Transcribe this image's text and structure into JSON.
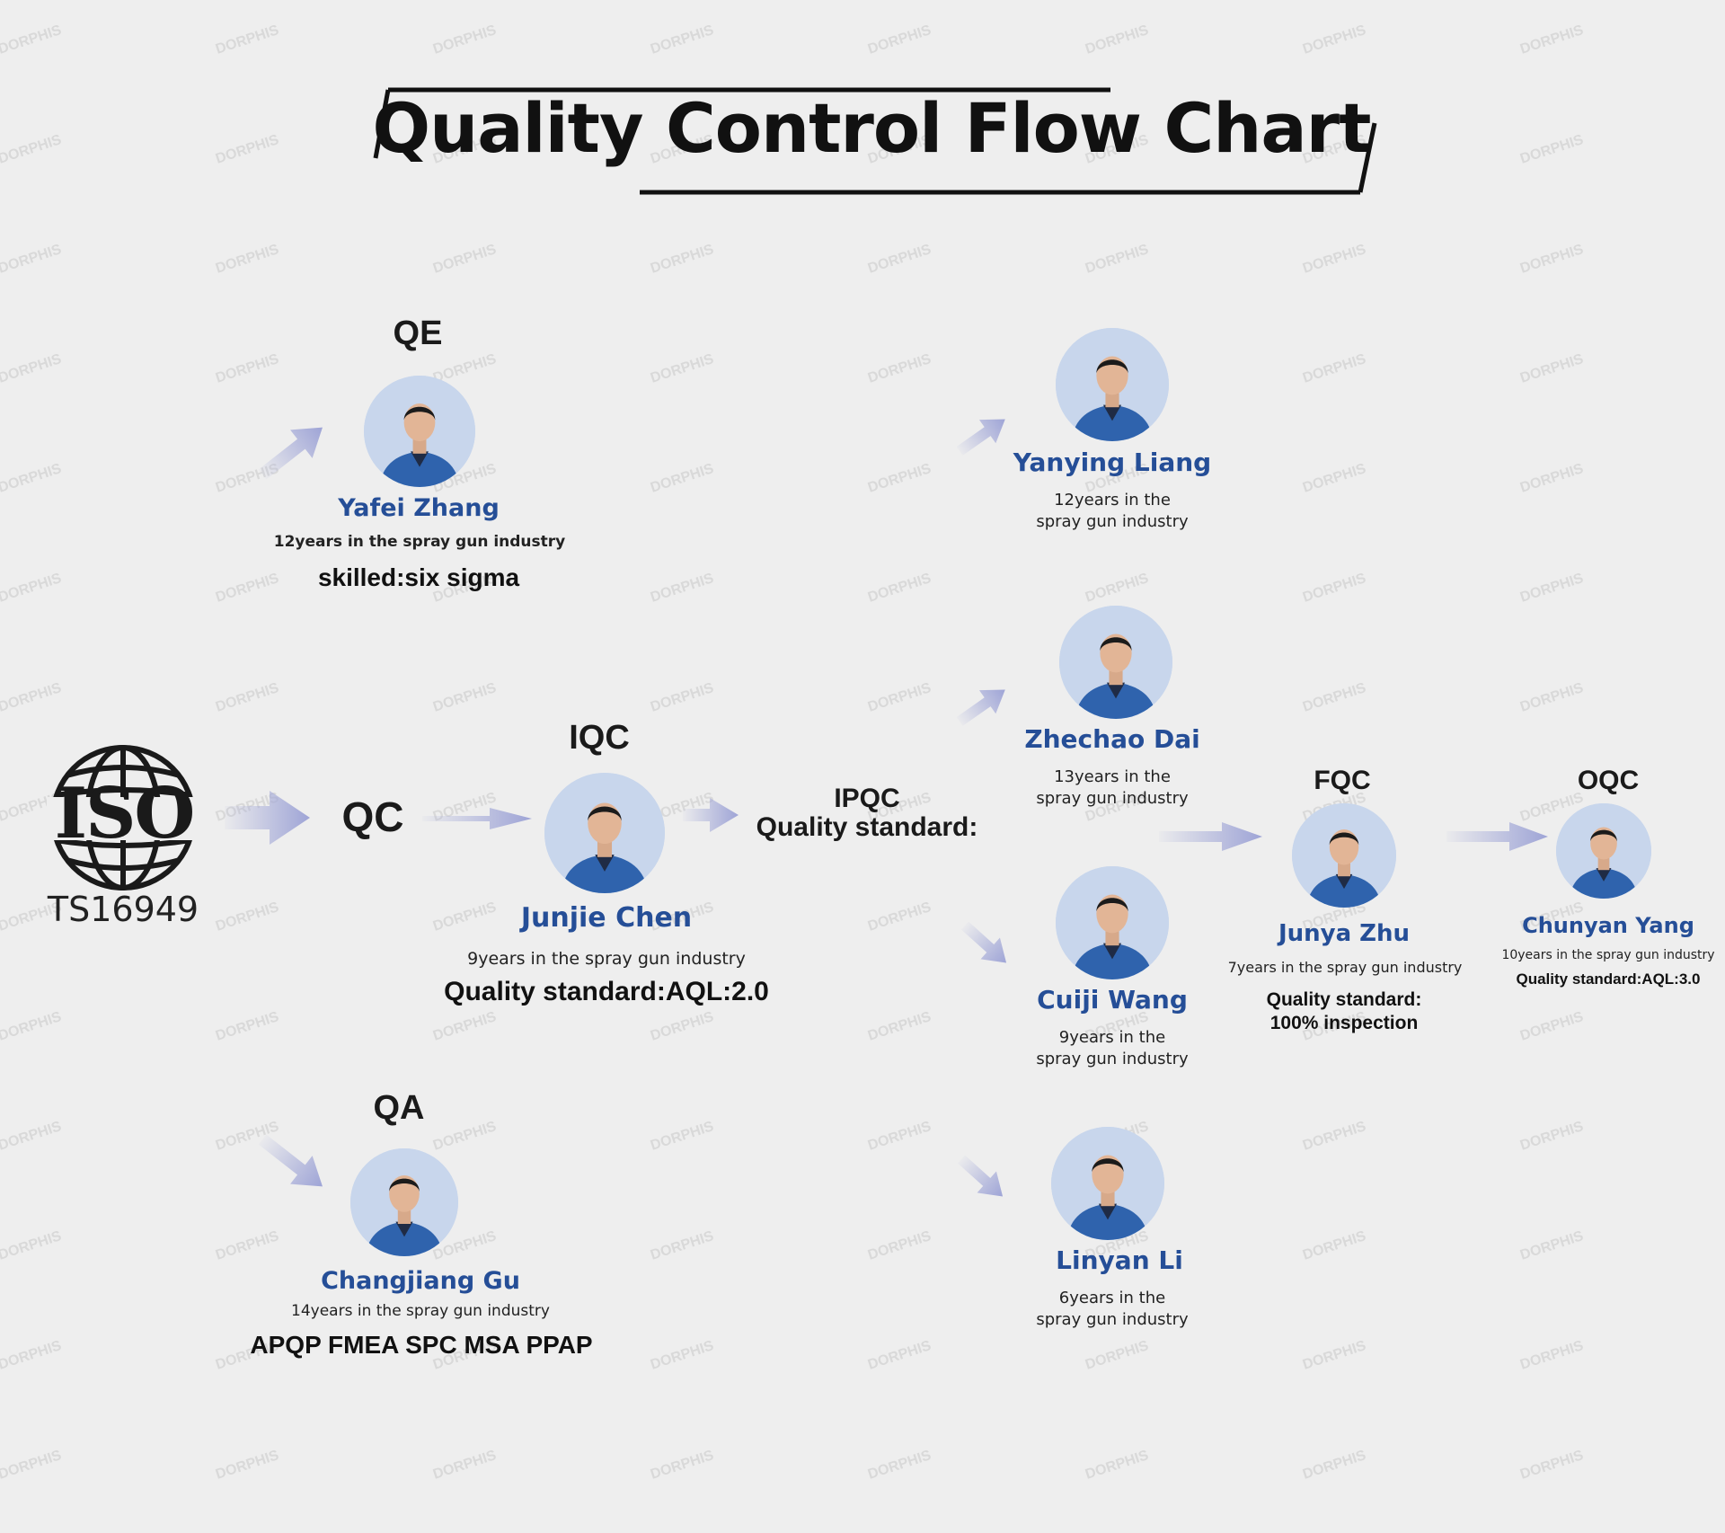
{
  "title": "Quality Control Flow Chart",
  "watermark_text": "DORPHIS",
  "colors": {
    "name_blue": "#254e97",
    "arrow": "#9ea4d6",
    "avatar_bg": "#c8d6ec",
    "uniform": "#2f63ad",
    "background": "#eeeeee"
  },
  "iso": {
    "logo": "ISO",
    "cert": "TS16949"
  },
  "stages": {
    "qc": "QC",
    "qe": "QE",
    "iqc": "IQC",
    "qa": "QA",
    "ipqc": "IPQC",
    "ipqc_standard": "Quality standard:",
    "fqc": "FQC",
    "oqc": "OQC"
  },
  "people": {
    "qe": {
      "name": "Yafei Zhang",
      "experience": "12years in the spray gun industry",
      "skill": "skilled:six sigma"
    },
    "iqc": {
      "name": "Junjie Chen",
      "experience": "9years in the spray gun industry",
      "standard": "Quality standard:AQL:2.0"
    },
    "qa": {
      "name": "Changjiang Gu",
      "experience": "14years in the spray gun industry",
      "skills": [
        "APQP",
        "FMEA",
        "SPC",
        "MSA",
        "PPAP"
      ]
    },
    "ipqc1": {
      "name": "Yanying Liang",
      "experience_line1": "12years in the",
      "experience_line2": "spray gun industry"
    },
    "ipqc2": {
      "name": "Zhechao Dai",
      "experience_line1": "13years in the",
      "experience_line2": "spray gun industry"
    },
    "ipqc3": {
      "name": "Cuiji Wang",
      "experience_line1": "9years in the",
      "experience_line2": "spray gun industry"
    },
    "ipqc4": {
      "name": "Linyan Li",
      "experience_line1": "6years in the",
      "experience_line2": "spray gun industry"
    },
    "fqc": {
      "name": "Junya Zhu",
      "experience": "7years in the spray gun industry",
      "standard_line1": "Quality standard:",
      "standard_line2": "100% inspection"
    },
    "oqc": {
      "name": "Chunyan Yang",
      "experience": "10years in the spray gun industry",
      "standard": "Quality standard:AQL:3.0"
    }
  }
}
